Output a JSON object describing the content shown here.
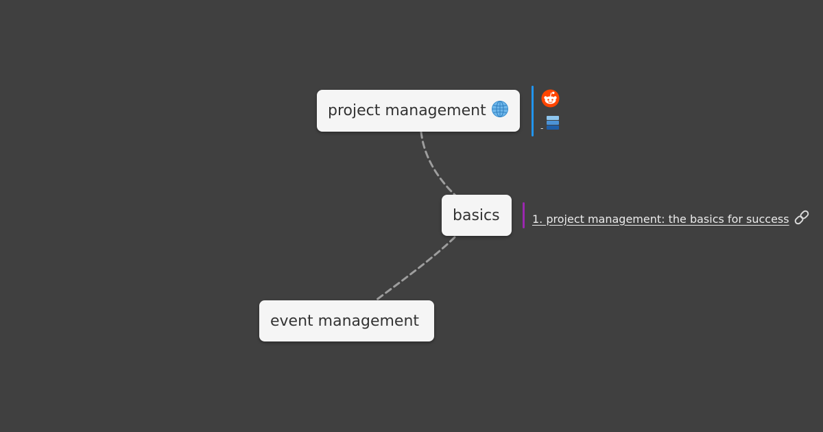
{
  "mindmap": {
    "nodes": {
      "project_management": {
        "label": "project management",
        "icon": "globe-icon"
      },
      "basics": {
        "label": "basics"
      },
      "event_management": {
        "label": "event management"
      }
    },
    "notes": {
      "project_management": {
        "bar_color": "#2196f3",
        "icons": [
          "reddit-icon",
          "stacked-layers-icon"
        ],
        "dash": "-"
      },
      "basics": {
        "bar_color": "#9c27b0",
        "link_text": "1. project management: the basics for success",
        "link_icon": "link-chain-icon"
      }
    }
  },
  "colors": {
    "background": "#404040",
    "node_fill": "#f5f5f5",
    "connector": "#9e9e9e",
    "reddit": "#ff4500"
  }
}
